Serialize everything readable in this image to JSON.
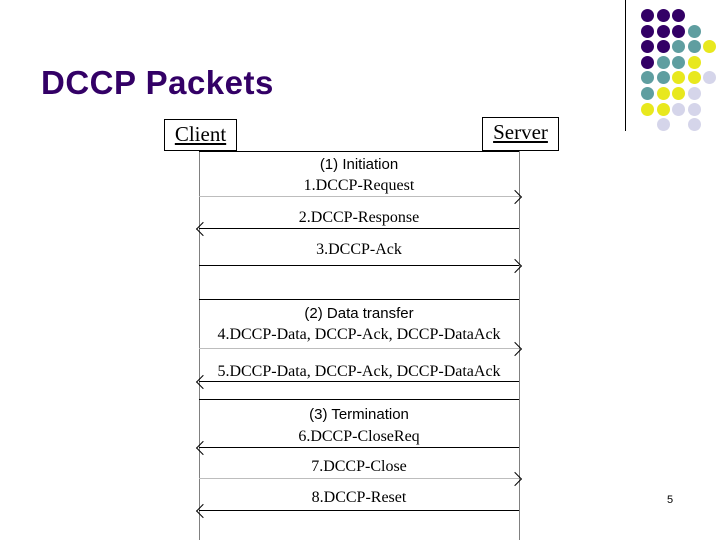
{
  "slide": {
    "title": "DCCP Packets",
    "title_color": "#330066",
    "page_number": "5",
    "background": "#ffffff"
  },
  "diagram": {
    "type": "sequence-diagram",
    "actors": {
      "left": "Client",
      "right": "Server"
    },
    "sections": [
      {
        "label": "(1) Initiation",
        "messages": [
          {
            "label": "1.DCCP-Request",
            "direction": "right",
            "style": "faint"
          },
          {
            "label": "2.DCCP-Response",
            "direction": "left",
            "style": "solid"
          },
          {
            "label": "3.DCCP-Ack",
            "direction": "right",
            "style": "solid"
          }
        ]
      },
      {
        "label": "(2) Data transfer",
        "messages": [
          {
            "label": "4.DCCP-Data, DCCP-Ack, DCCP-DataAck",
            "direction": "right",
            "style": "faint"
          },
          {
            "label": "5.DCCP-Data, DCCP-Ack, DCCP-DataAck",
            "direction": "left",
            "style": "solid"
          }
        ]
      },
      {
        "label": "(3) Termination",
        "messages": [
          {
            "label": "6.DCCP-CloseReq",
            "direction": "left",
            "style": "solid"
          },
          {
            "label": "7.DCCP-Close",
            "direction": "right",
            "style": "faint"
          },
          {
            "label": "8.DCCP-Reset",
            "direction": "left",
            "style": "solid"
          }
        ]
      }
    ]
  },
  "decoration": {
    "dot_grid": {
      "colors": {
        "dark_purple": "#330066",
        "teal": "#5f9ea0",
        "yellow": "#e8e81e",
        "lavender": "#d5d5ea"
      },
      "columns": 5,
      "rows": 8,
      "pattern": [
        [
          "dark_purple",
          "dark_purple",
          "dark_purple",
          null,
          null
        ],
        [
          "dark_purple",
          "dark_purple",
          "dark_purple",
          "teal",
          null
        ],
        [
          "dark_purple",
          "dark_purple",
          "teal",
          "teal",
          "yellow"
        ],
        [
          "dark_purple",
          "teal",
          "teal",
          "yellow",
          null
        ],
        [
          "teal",
          "teal",
          "yellow",
          "yellow",
          "lavender"
        ],
        [
          "teal",
          "yellow",
          "yellow",
          "lavender",
          null
        ],
        [
          "yellow",
          "yellow",
          "lavender",
          "lavender",
          null
        ],
        [
          null,
          "lavender",
          null,
          "lavender",
          null
        ]
      ]
    },
    "divider_color": "#000000"
  }
}
